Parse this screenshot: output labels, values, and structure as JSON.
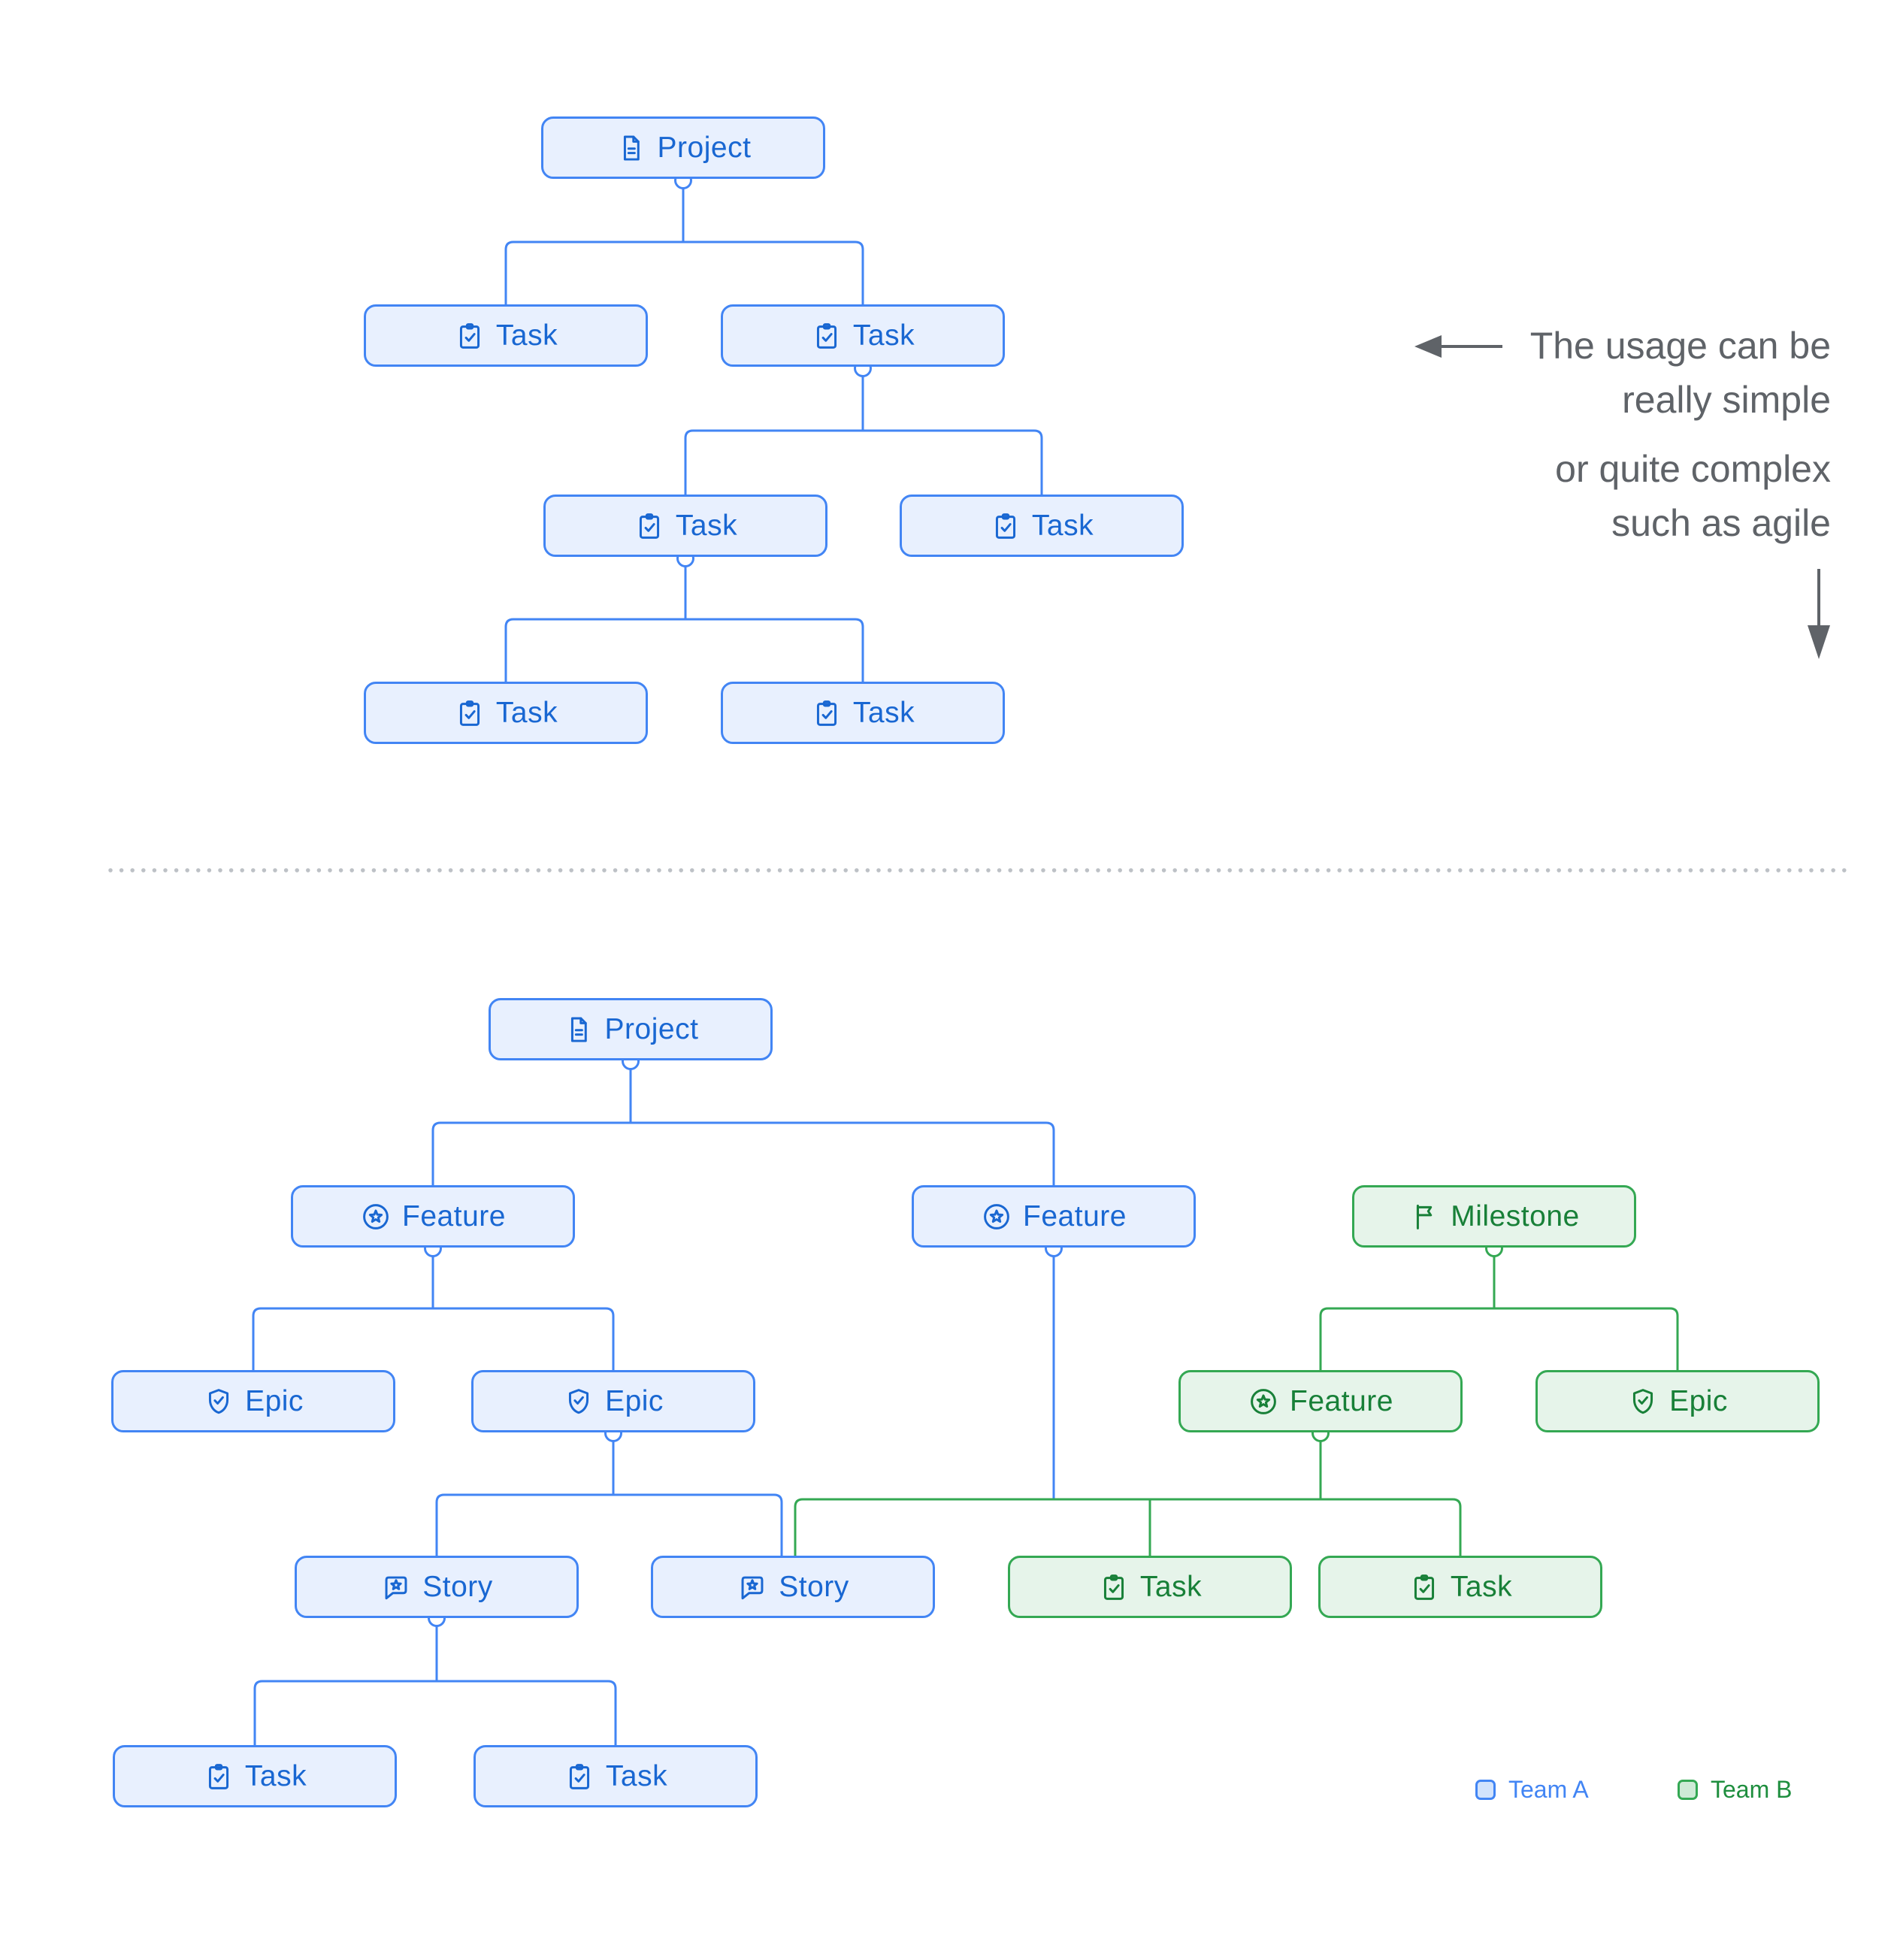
{
  "colors": {
    "team_a_border": "#4285F4",
    "team_a_fill": "#E8F0FE",
    "team_a_text": "#1967D2",
    "team_b_border": "#34A853",
    "team_b_fill": "#E6F4EA",
    "team_b_text": "#188038",
    "annotation_text": "#5F6368",
    "divider_dots": "#BDC1C6"
  },
  "simple_tree": {
    "project": {
      "label": "Project",
      "icon": "document-icon",
      "team": "A"
    },
    "task_1a": {
      "label": "Task",
      "icon": "task-icon",
      "team": "A"
    },
    "task_1b": {
      "label": "Task",
      "icon": "task-icon",
      "team": "A"
    },
    "task_2a": {
      "label": "Task",
      "icon": "task-icon",
      "team": "A"
    },
    "task_2b": {
      "label": "Task",
      "icon": "task-icon",
      "team": "A"
    },
    "task_3a": {
      "label": "Task",
      "icon": "task-icon",
      "team": "A"
    },
    "task_3b": {
      "label": "Task",
      "icon": "task-icon",
      "team": "A"
    }
  },
  "complex_tree": {
    "project": {
      "label": "Project",
      "icon": "document-icon",
      "team": "A"
    },
    "feature_a": {
      "label": "Feature",
      "icon": "feature-icon",
      "team": "A"
    },
    "feature_b": {
      "label": "Feature",
      "icon": "feature-icon",
      "team": "A"
    },
    "milestone": {
      "label": "Milestone",
      "icon": "flag-icon",
      "team": "B"
    },
    "epic_1": {
      "label": "Epic",
      "icon": "epic-icon",
      "team": "A"
    },
    "epic_2": {
      "label": "Epic",
      "icon": "epic-icon",
      "team": "A"
    },
    "green_feature": {
      "label": "Feature",
      "icon": "feature-icon",
      "team": "B"
    },
    "green_epic": {
      "label": "Epic",
      "icon": "epic-icon",
      "team": "B"
    },
    "story_1": {
      "label": "Story",
      "icon": "story-icon",
      "team": "A"
    },
    "story_2": {
      "label": "Story",
      "icon": "story-icon",
      "team": "A"
    },
    "green_task_1": {
      "label": "Task",
      "icon": "task-icon",
      "team": "B"
    },
    "green_task_2": {
      "label": "Task",
      "icon": "task-icon",
      "team": "B"
    },
    "blue_task_1": {
      "label": "Task",
      "icon": "task-icon",
      "team": "A"
    },
    "blue_task_2": {
      "label": "Task",
      "icon": "task-icon",
      "team": "A"
    }
  },
  "annotation": {
    "block1": [
      "The usage can be",
      "really simple"
    ],
    "block2": [
      "or quite complex",
      "such as agile"
    ]
  },
  "legend": {
    "team_a_label": "Team A",
    "team_b_label": "Team B"
  }
}
